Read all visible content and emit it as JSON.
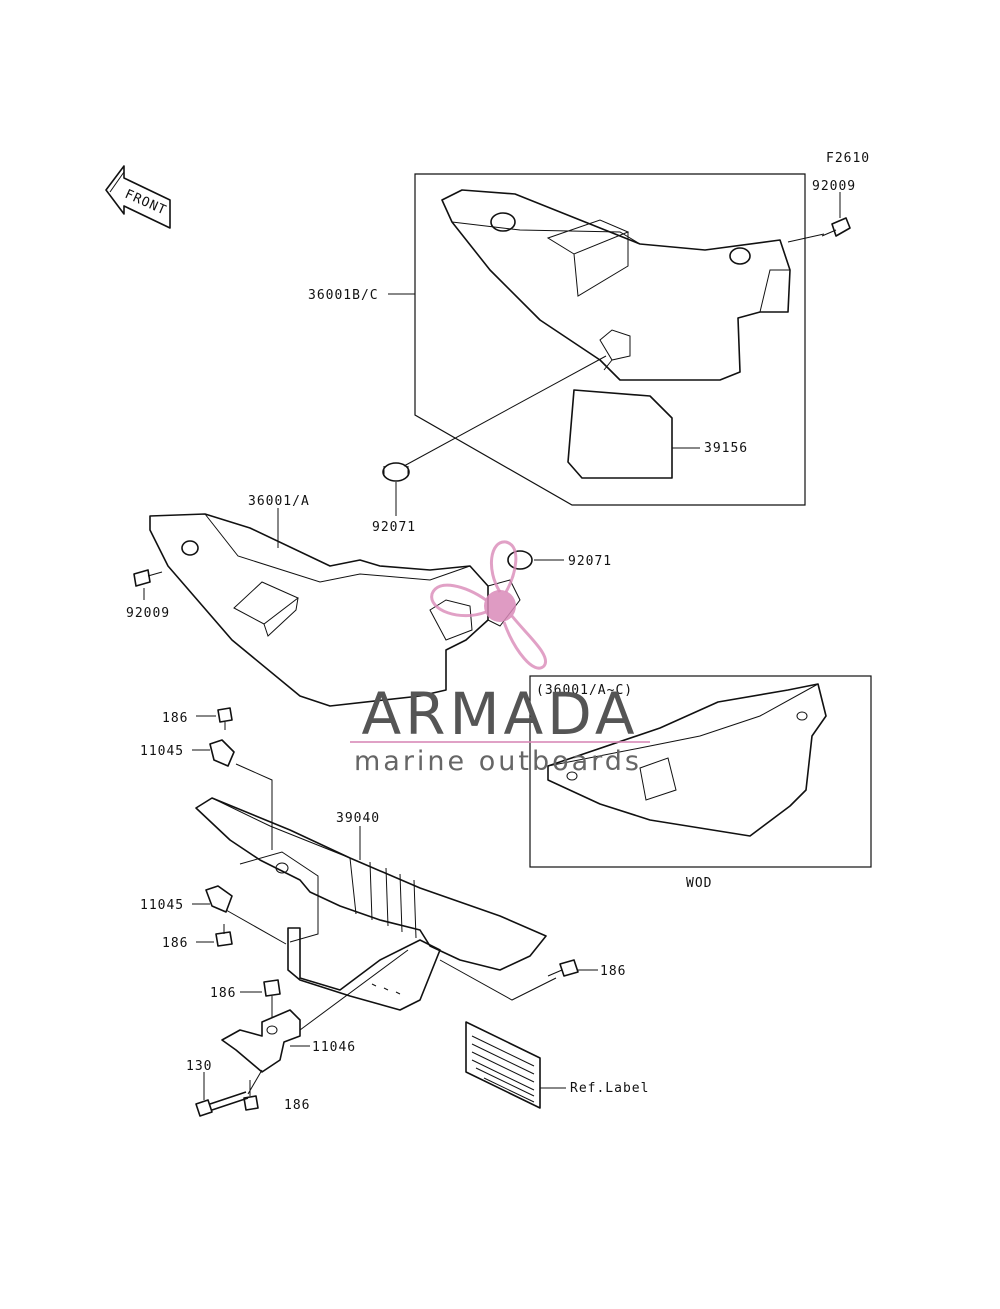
{
  "figure_code": "F2610",
  "front_label": "FRONT",
  "callouts": {
    "c92009_top": "92009",
    "c36001bc": "36001B/C",
    "c39156": "39156",
    "c92071_a": "92071",
    "c36001a": "36001/A",
    "c92071_b": "92071",
    "c92009_left": "92009",
    "c186_a": "186",
    "c11045_a": "11045",
    "c39040": "39040",
    "c11045_b": "11045",
    "c186_b": "186",
    "c186_c": "186",
    "c186_d": "186",
    "c11046": "11046",
    "c130": "130",
    "c186_e": "186",
    "ref_label": "Ref.Label"
  },
  "inset": {
    "title": "(36001/A~C)",
    "caption": "WOD"
  },
  "watermark": {
    "brand": "ARMADA",
    "tagline": "marine outboards",
    "accent_color": "#d98ab8",
    "text_color": "#555555"
  }
}
